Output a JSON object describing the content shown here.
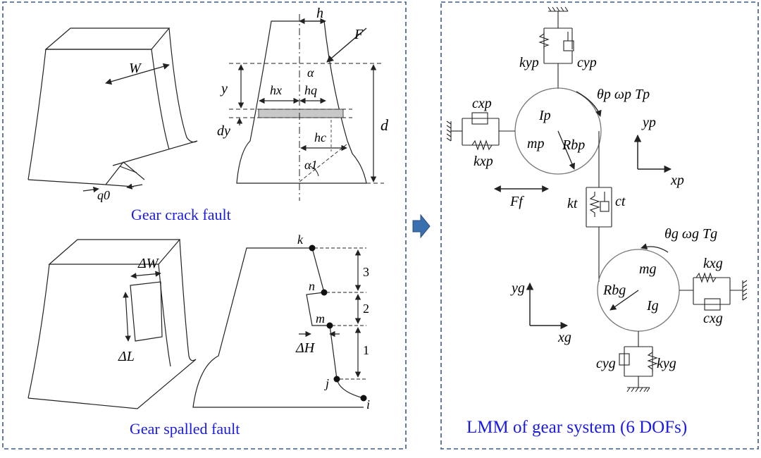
{
  "left_panel": {
    "crack_caption": "Gear crack fault",
    "spall_caption": "Gear spalled fault",
    "crack_labels": {
      "W": "W",
      "q0": "q0",
      "h": "h",
      "F": "F",
      "alpha": "α",
      "y": "y",
      "hx": "hx",
      "hq": "hq",
      "dy": "dy",
      "hc": "hc",
      "d": "d",
      "alpha1": "α1"
    },
    "spall_labels": {
      "deltaW": "ΔW",
      "deltaL": "ΔL",
      "deltaH": "ΔH",
      "k": "k",
      "n": "n",
      "m": "m",
      "j": "j",
      "i": "i",
      "seg3": "3",
      "seg2": "2",
      "seg1": "1"
    }
  },
  "arrow": {
    "color": "#3a6fb0"
  },
  "right_panel": {
    "caption": "LMM of gear system (6 DOFs)",
    "pinion": {
      "kyp": "kyp",
      "cyp": "cyp",
      "theta": "θp ωp Tp",
      "Ip": "Ip",
      "mp": "mp",
      "Rbp": "Rbp",
      "cxp": "cxp",
      "kxp": "kxp",
      "yp": "yp",
      "xp": "xp"
    },
    "mesh": {
      "Ff": "Ff",
      "kt": "kt",
      "ct": "ct"
    },
    "gear": {
      "theta": "θg ωg Tg",
      "mg": "mg",
      "Rbg": "Rbg",
      "Ig": "Ig",
      "kxg": "kxg",
      "cxg": "cxg",
      "yg": "yg",
      "xg": "xg",
      "cyg": "cyg",
      "kyg": "kyg"
    }
  },
  "colors": {
    "caption": "#1a1ae6",
    "frame": "#3a5a8c",
    "line": "#222222",
    "shade": "#c8c8c8"
  }
}
